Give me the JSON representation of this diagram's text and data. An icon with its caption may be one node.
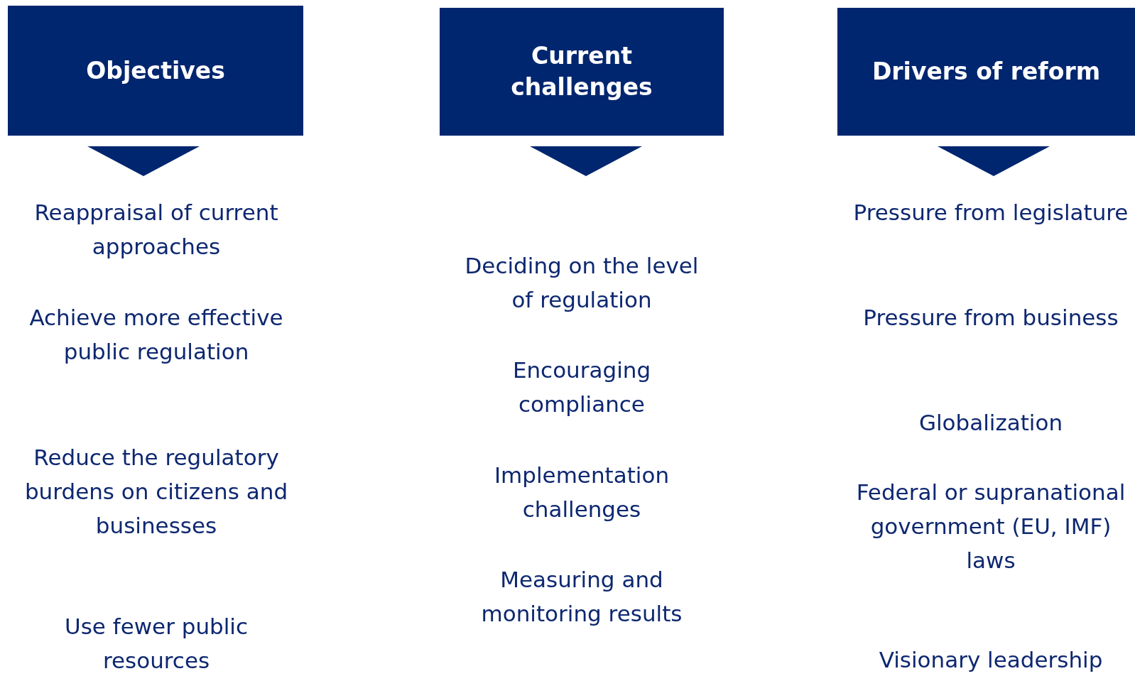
{
  "diagram": {
    "nodes": [
      {
        "text": [
          "Objectives"
        ]
      },
      {
        "text": [
          "Current challenges"
        ]
      },
      {
        "text": [
          "Drivers of reform"
        ]
      }
    ],
    "labels": [
      "Reappraisal of current approaches",
      "Achieve more effective public regulation",
      "Reduce the regulatory burdens on citizens and businesses",
      "Use fewer public resources",
      "Deciding on the level of regulation",
      "Encouraging compliance",
      "Implementation challenges",
      "Measuring and monitoring results",
      "Pressure from legislature",
      "Pressure from business",
      "Globalization",
      "Federal or supranational government (EU, IMF) laws",
      "Visionary leadership"
    ]
  }
}
